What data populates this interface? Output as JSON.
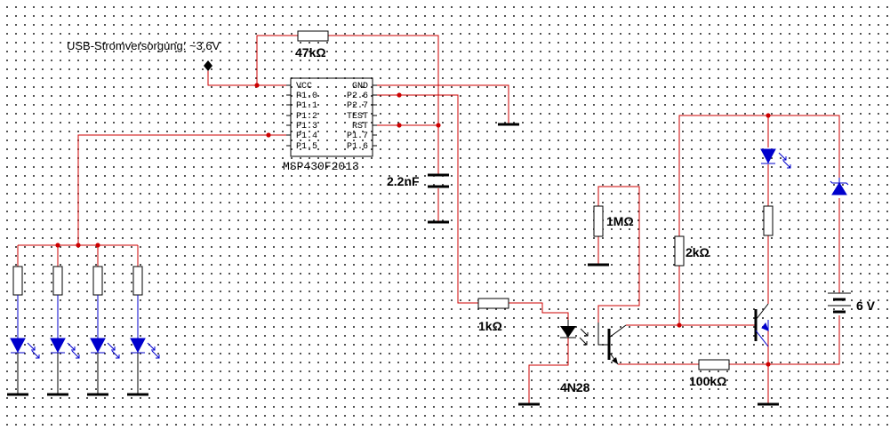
{
  "power_label": "USB-Stromversorgung: ~3,6V",
  "chip": {
    "name": "MSP430F2013",
    "left_pins": [
      "VCC",
      "P1.0",
      "P1.1",
      "P1.2",
      "P1.3",
      "P1.4",
      "P1.5"
    ],
    "right_pins": [
      "GND",
      "P2.6",
      "P2.7",
      "TEST",
      "RST",
      "P1.7",
      "P1.6"
    ]
  },
  "components": {
    "r_47k": "47kΩ",
    "cap": "2.2nF",
    "r_1m": "1MΩ",
    "r_1k": "1kΩ",
    "r_2k": "2kΩ",
    "r_100k": "100kΩ",
    "opto": "4N28",
    "battery": "6 V"
  },
  "colors": {
    "wire": "#cc0000",
    "led": "#0000cc",
    "component": "#000000"
  }
}
